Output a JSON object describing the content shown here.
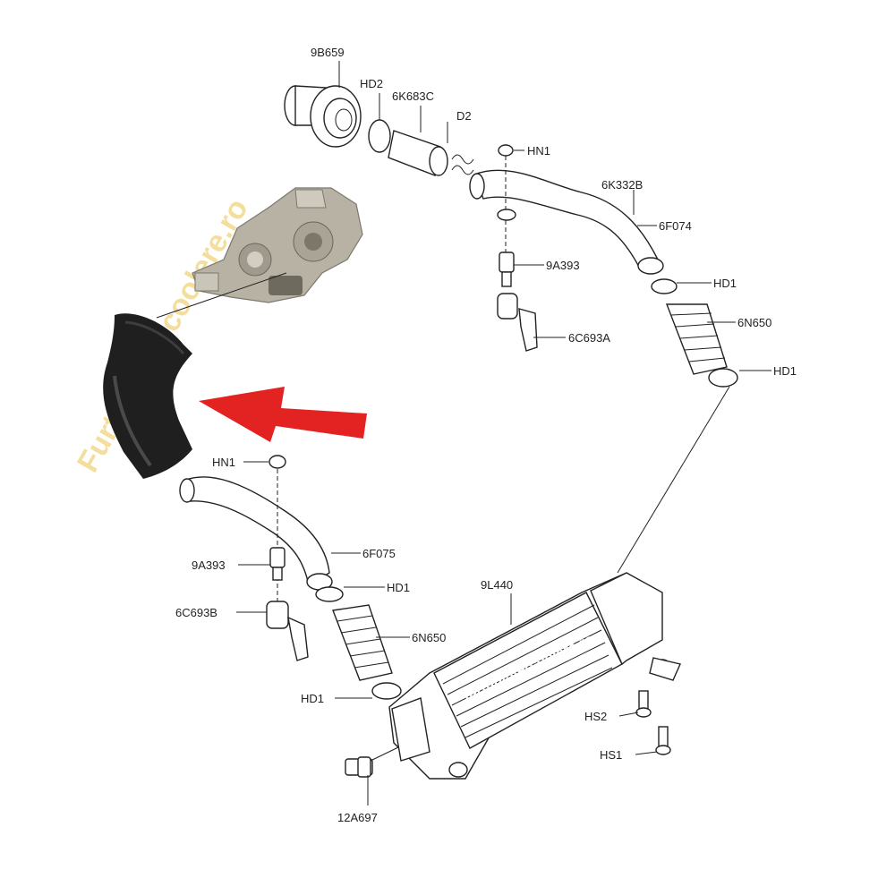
{
  "labels": {
    "p9B659": "9B659",
    "hd2": "HD2",
    "p6K683C": "6K683C",
    "d2": "D2",
    "hn1_top": "HN1",
    "p6K332B": "6K332B",
    "p6F074": "6F074",
    "p9A393_top": "9A393",
    "hd1_top_a": "HD1",
    "p6N650_top": "6N650",
    "p6C693A": "6C693A",
    "hd1_top_b": "HD1",
    "hn1_left": "HN1",
    "p9A393_left": "9A393",
    "p6F075": "6F075",
    "hd1_left_a": "HD1",
    "p9L440": "9L440",
    "p6C693B": "6C693B",
    "p6N650_left": "6N650",
    "hd1_left_b": "HD1",
    "hs2": "HS2",
    "hs1": "HS1",
    "p12A697": "12A697"
  },
  "watermark": {
    "main": "Furtunintercoolere.ro",
    "intercooler": "furtunintercoolere.ro"
  },
  "colors": {
    "arrow": "#e32222",
    "hose": "#1f1f1f",
    "watermark": "#f3d98c",
    "line": "#222222"
  },
  "icons": {
    "arrow": "red-arrow-icon",
    "hose_photo": "black-rubber-hose-icon",
    "turbo_photo": "turbocharger-icon"
  }
}
